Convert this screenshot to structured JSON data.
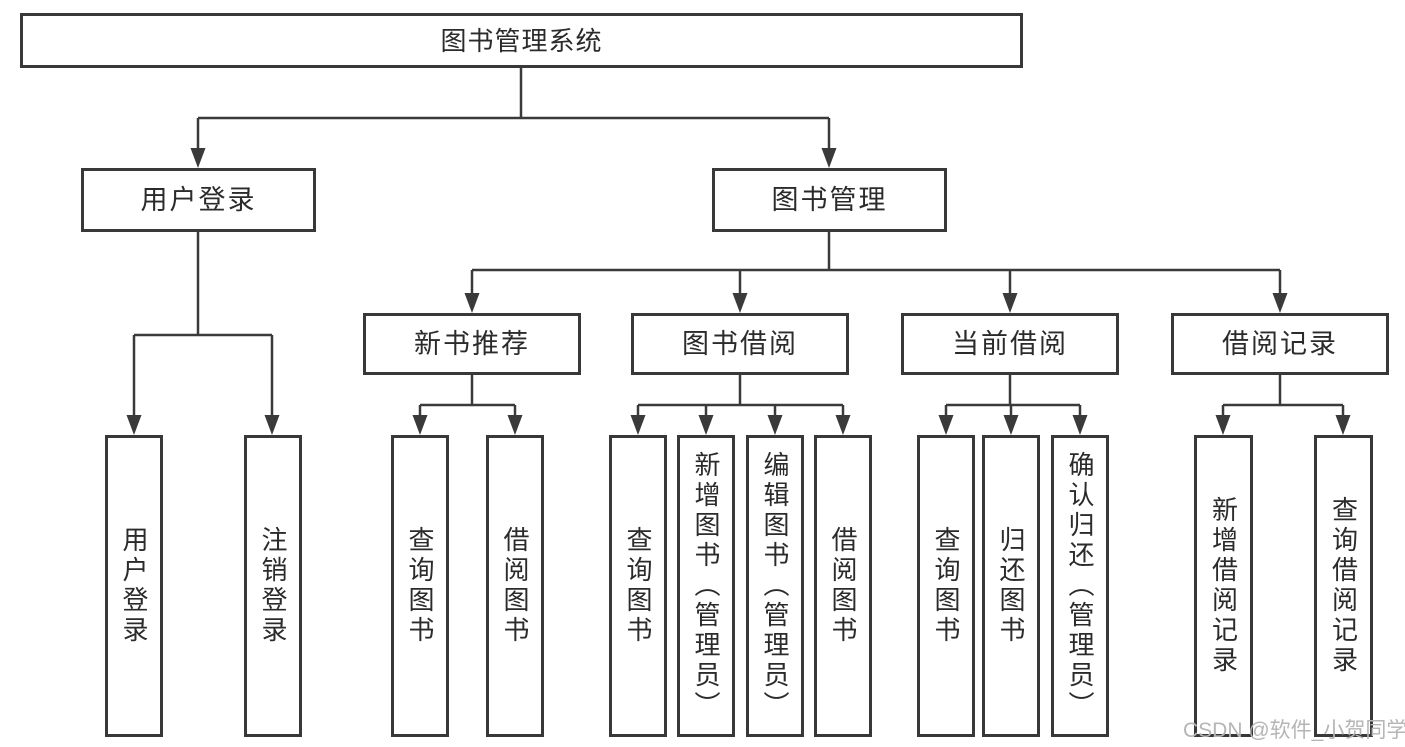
{
  "title": "图书管理系统",
  "level2": [
    {
      "label": "用户登录"
    },
    {
      "label": "图书管理"
    }
  ],
  "level3": [
    {
      "label": "新书推荐"
    },
    {
      "label": "图书借阅"
    },
    {
      "label": "当前借阅"
    },
    {
      "label": "借阅记录"
    }
  ],
  "leaves": [
    {
      "label": "用户登录"
    },
    {
      "label": "注销登录"
    },
    {
      "label": "查询图书"
    },
    {
      "label": "借阅图书"
    },
    {
      "label": "查询图书"
    },
    {
      "label": "新增图书（管理员）"
    },
    {
      "label": "编辑图书（管理员）"
    },
    {
      "label": "借阅图书"
    },
    {
      "label": "查询图书"
    },
    {
      "label": "归还图书"
    },
    {
      "label": "确认归还（管理员）"
    },
    {
      "label": "新增借阅记录"
    },
    {
      "label": "查询借阅记录"
    }
  ],
  "watermark": "CSDN @软件_小贺同学",
  "colors": {
    "line": "#3a3a3a",
    "border": "#383838",
    "text": "#2b2b2b",
    "watermark": "#b5b5b5",
    "background": "#ffffff"
  }
}
